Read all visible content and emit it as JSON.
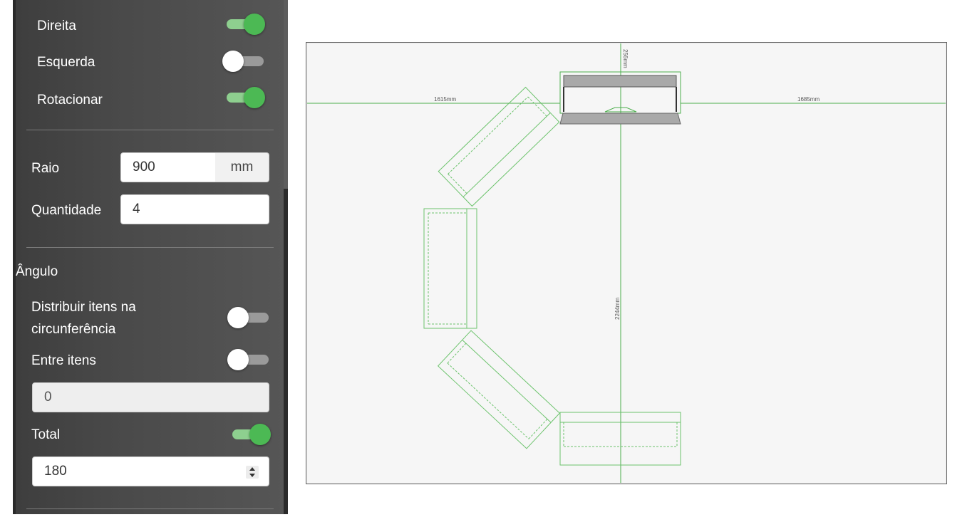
{
  "panel": {
    "toggles_top": [
      {
        "label": "Direita",
        "on": true
      },
      {
        "label": "Esquerda",
        "on": false
      },
      {
        "label": "Rotacionar",
        "on": true
      }
    ],
    "raio": {
      "label": "Raio",
      "value": "900",
      "unit": "mm"
    },
    "quantidade": {
      "label": "Quantidade",
      "value": "4"
    },
    "angulo": {
      "heading": "Ângulo",
      "distribuir": {
        "label_line1": "Distribuir itens na",
        "label_line2": "circunferência",
        "on": false
      },
      "entre_itens": {
        "label": "Entre itens",
        "on": false,
        "value": "0"
      },
      "total": {
        "label": "Total",
        "on": true,
        "value": "180"
      }
    }
  },
  "canvas": {
    "dim_left": "1615mm",
    "dim_right": "1685mm",
    "dim_top": "256mm",
    "dim_vertical": "2244mm",
    "colors": {
      "line": "#4cae4c",
      "furniture": "#6cc36c",
      "background": "#f6f6f6",
      "border": "#666666"
    }
  }
}
